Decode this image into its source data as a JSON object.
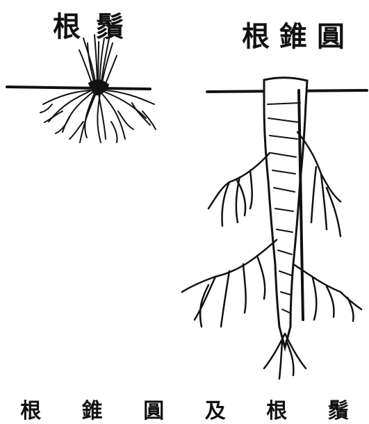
{
  "labels": {
    "fibrous_root": "根鬚",
    "tap_root": "根錐圓"
  },
  "caption": [
    "根",
    "錐",
    "圓",
    "及",
    "根",
    "鬚"
  ],
  "colors": {
    "ink": "#111111",
    "paper": "#ffffff"
  }
}
